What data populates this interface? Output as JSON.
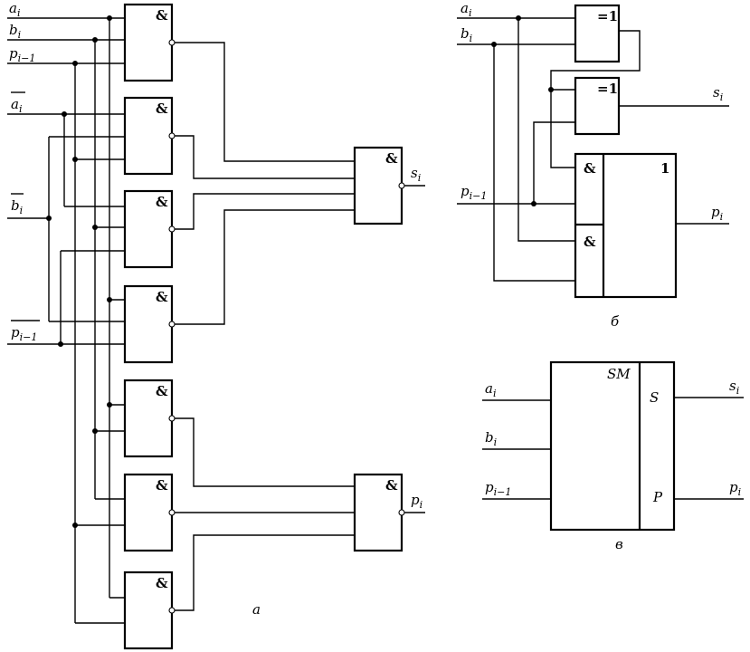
{
  "diagram_a": {
    "caption": "а",
    "and_symbol": "&",
    "inputs": [
      {
        "base": "a",
        "sub": "i"
      },
      {
        "base": "b",
        "sub": "i"
      },
      {
        "base": "p",
        "sub": "i−1"
      },
      {
        "base": "a",
        "sub": "i"
      },
      {
        "base": "b",
        "sub": "i"
      },
      {
        "base": "p",
        "sub": "i−1"
      }
    ],
    "outputs": [
      {
        "base": "s",
        "sub": "i"
      },
      {
        "base": "p",
        "sub": "i"
      }
    ]
  },
  "diagram_b": {
    "caption": "б",
    "xor_symbol": "=1",
    "and_symbol": "&",
    "or_symbol": "1",
    "inputs": [
      {
        "base": "a",
        "sub": "i"
      },
      {
        "base": "b",
        "sub": "i"
      },
      {
        "base": "p",
        "sub": "i−1"
      }
    ],
    "outputs": [
      {
        "base": "s",
        "sub": "i"
      },
      {
        "base": "p",
        "sub": "i"
      }
    ]
  },
  "diagram_c": {
    "caption": "в",
    "block_title": "SM",
    "port_s": "S",
    "port_p": "P",
    "inputs": [
      {
        "base": "a",
        "sub": "i"
      },
      {
        "base": "b",
        "sub": "i"
      },
      {
        "base": "p",
        "sub": "i−1"
      }
    ],
    "outputs": [
      {
        "base": "s",
        "sub": "i"
      },
      {
        "base": "p",
        "sub": "i"
      }
    ]
  }
}
